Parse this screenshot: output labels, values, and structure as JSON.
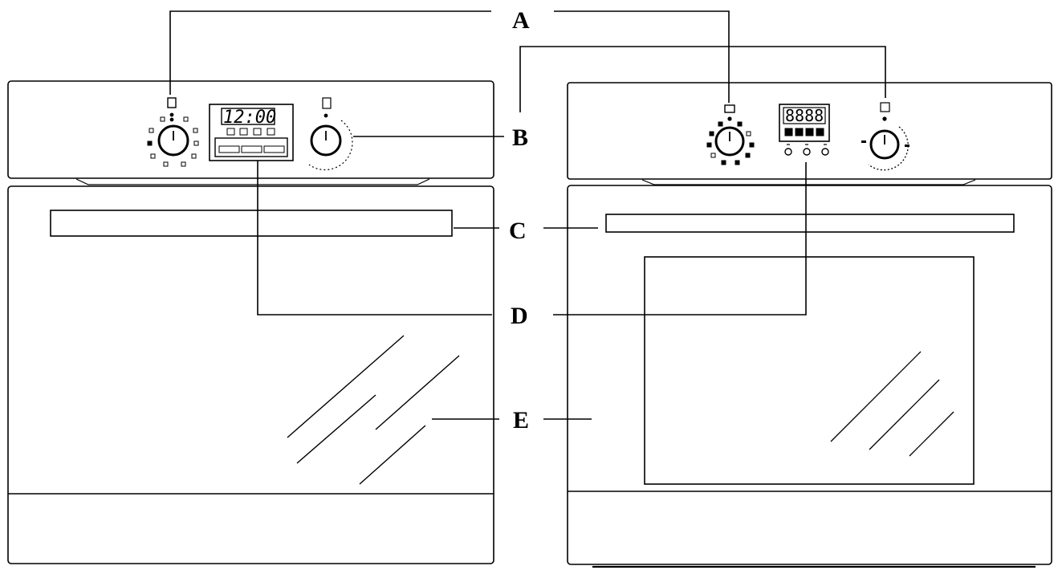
{
  "labels": {
    "a": "A",
    "b": "B",
    "c": "C",
    "d": "D",
    "e": "E"
  },
  "left_oven": {
    "display_text": "12:00"
  },
  "right_oven": {
    "display_text": "8888"
  },
  "colors": {
    "line": "#000000",
    "background": "#ffffff"
  }
}
